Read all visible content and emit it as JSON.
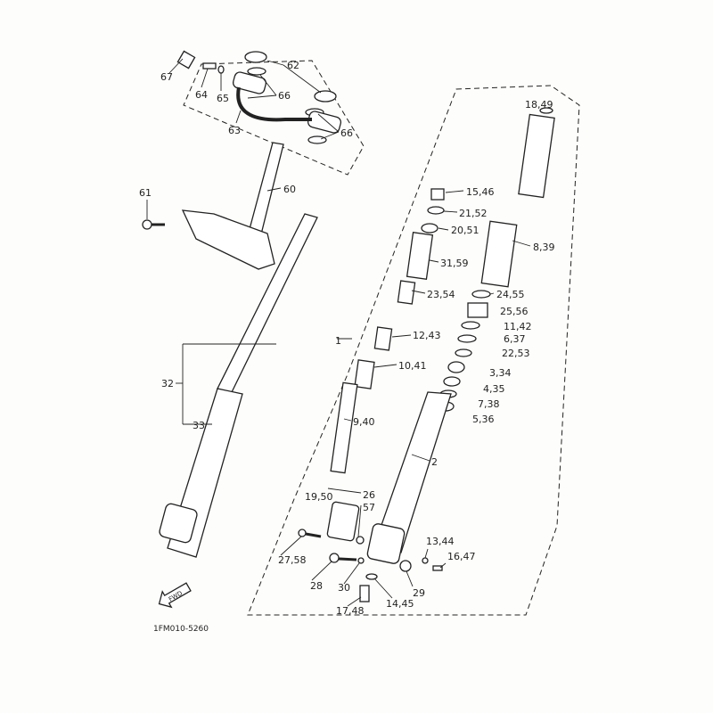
{
  "diagram": {
    "code": "1FM010-5260",
    "direction_arrow": "FWD",
    "labels": {
      "l67": "67",
      "l64": "64",
      "l65": "65",
      "l62": "62",
      "l66a": "66",
      "l66b": "66",
      "l63": "63",
      "l61": "61",
      "l60": "60",
      "l18_49": "18,49",
      "l15_46": "15,46",
      "l21_52": "21,52",
      "l20_51": "20,51",
      "l8_39": "8,39",
      "l31_59": "31,59",
      "l23_54": "23,54",
      "l24_55": "24,55",
      "l25_56": "25,56",
      "l11_42": "11,42",
      "l6_37": "6,37",
      "l22_53": "22,53",
      "l12_43": "12,43",
      "l1": "1",
      "l10_41": "10,41",
      "l3_34": "3,34",
      "l4_35": "4,35",
      "l7_38": "7,38",
      "l5_36": "5,36",
      "l32": "32",
      "l33": "33",
      "l9_40": "9,40",
      "l2": "2",
      "l26": "26",
      "l19_50": "19,50",
      "l57": "57",
      "l13_44": "13,44",
      "l16_47": "16,47",
      "l27_58": "27,58",
      "l28": "28",
      "l30": "30",
      "l29": "29",
      "l14_45": "14,45",
      "l17_48": "17,48"
    }
  }
}
